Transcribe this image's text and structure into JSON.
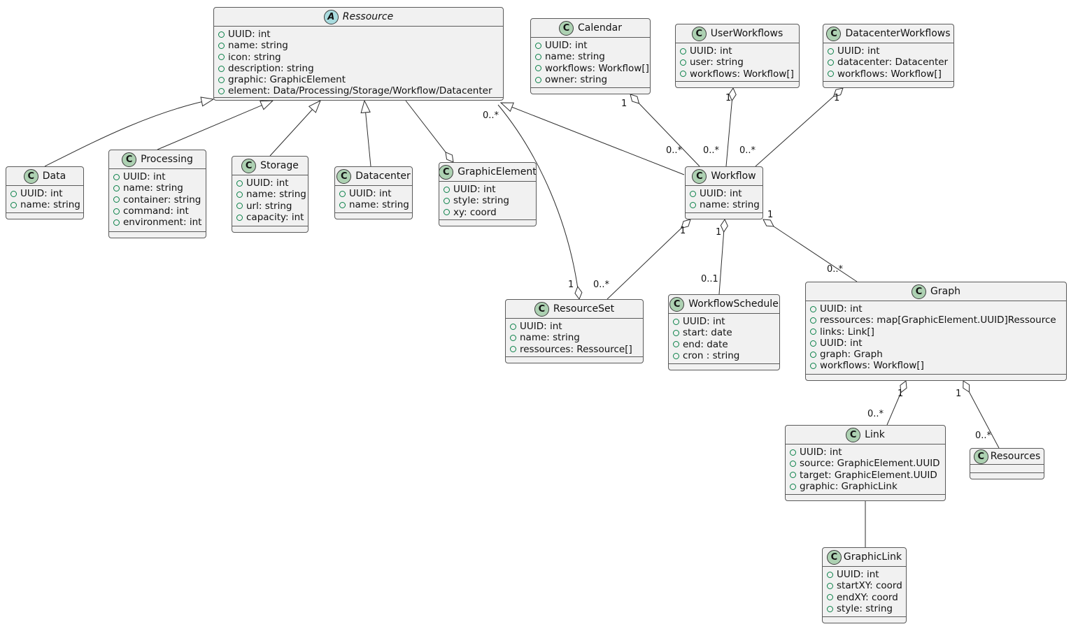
{
  "diagram": {
    "classes": [
      {
        "name": "Ressource",
        "kind": "abstract class",
        "icon_letter": "A",
        "attributes": [
          "UUID: int",
          "name: string",
          "icon: string",
          "description: string",
          "graphic: GraphicElement",
          "element: Data/Processing/Storage/Workflow/Datacenter"
        ]
      },
      {
        "name": "Calendar",
        "kind": "class",
        "icon_letter": "C",
        "attributes": [
          "UUID: int",
          "name: string",
          "workflows: Workflow[]",
          "owner: string"
        ]
      },
      {
        "name": "UserWorkflows",
        "kind": "class",
        "icon_letter": "C",
        "attributes": [
          "UUID: int",
          "user: string",
          "workflows: Workflow[]"
        ]
      },
      {
        "name": "DatacenterWorkflows",
        "kind": "class",
        "icon_letter": "C",
        "attributes": [
          "UUID: int",
          "datacenter: Datacenter",
          "workflows: Workflow[]"
        ]
      },
      {
        "name": "Data",
        "kind": "class",
        "icon_letter": "C",
        "attributes": [
          "UUID: int",
          "name: string"
        ]
      },
      {
        "name": "Processing",
        "kind": "class",
        "icon_letter": "C",
        "attributes": [
          "UUID: int",
          "name: string",
          "container: string",
          "command: int",
          "environment: int"
        ]
      },
      {
        "name": "Storage",
        "kind": "class",
        "icon_letter": "C",
        "attributes": [
          "UUID: int",
          "name: string",
          "url: string",
          "capacity: int"
        ]
      },
      {
        "name": "Datacenter",
        "kind": "class",
        "icon_letter": "C",
        "attributes": [
          "UUID: int",
          "name: string"
        ]
      },
      {
        "name": "GraphicElement",
        "kind": "class",
        "icon_letter": "C",
        "attributes": [
          "UUID: int",
          "style: string",
          "xy: coord"
        ]
      },
      {
        "name": "Workflow",
        "kind": "class",
        "icon_letter": "C",
        "attributes": [
          "UUID: int",
          "name: string"
        ]
      },
      {
        "name": "ResourceSet",
        "kind": "class",
        "icon_letter": "C",
        "attributes": [
          "UUID: int",
          "name: string",
          "ressources: Ressource[]"
        ]
      },
      {
        "name": "WorkflowSchedule",
        "kind": "class",
        "icon_letter": "C",
        "attributes": [
          "UUID: int",
          "start: date",
          "end: date",
          "cron : string"
        ]
      },
      {
        "name": "Graph",
        "kind": "class",
        "icon_letter": "C",
        "attributes": [
          "UUID: int",
          "ressources: map[GraphicElement.UUID]Ressource",
          "links: Link[]",
          "UUID: int",
          "graph: Graph",
          "workflows: Workflow[]"
        ]
      },
      {
        "name": "Link",
        "kind": "class",
        "icon_letter": "C",
        "attributes": [
          "UUID: int",
          "source: GraphicElement.UUID",
          "target: GraphicElement.UUID",
          "graphic: GraphicLink"
        ]
      },
      {
        "name": "Resources",
        "kind": "class",
        "icon_letter": "C",
        "attributes": []
      },
      {
        "name": "GraphicLink",
        "kind": "class",
        "icon_letter": "C",
        "attributes": [
          "UUID: int",
          "startXY: coord",
          "endXY: coord",
          "style: string"
        ]
      }
    ],
    "relationships": [
      {
        "from": "Data",
        "to": "Ressource",
        "type": "extends"
      },
      {
        "from": "Processing",
        "to": "Ressource",
        "type": "extends"
      },
      {
        "from": "Storage",
        "to": "Ressource",
        "type": "extends"
      },
      {
        "from": "Datacenter",
        "to": "Ressource",
        "type": "extends"
      },
      {
        "from": "Workflow",
        "to": "Ressource",
        "type": "extends"
      },
      {
        "from": "GraphicElement",
        "to": "Ressource",
        "type": "aggregation"
      },
      {
        "from": "Calendar",
        "to": "Workflow",
        "type": "aggregation",
        "from_card": "1",
        "to_card": "0..*"
      },
      {
        "from": "UserWorkflows",
        "to": "Workflow",
        "type": "aggregation",
        "from_card": "1",
        "to_card": "0..*"
      },
      {
        "from": "DatacenterWorkflows",
        "to": "Workflow",
        "type": "aggregation",
        "from_card": "1",
        "to_card": "0..*"
      },
      {
        "from": "ResourceSet",
        "to": "Ressource",
        "type": "aggregation",
        "from_card": "1",
        "to_card": "0..*"
      },
      {
        "from": "Workflow",
        "to": "ResourceSet",
        "type": "aggregation",
        "from_card": "1",
        "to_card": "0..*"
      },
      {
        "from": "Workflow",
        "to": "WorkflowSchedule",
        "type": "aggregation",
        "from_card": "1",
        "to_card": "0..1"
      },
      {
        "from": "Workflow",
        "to": "Graph",
        "type": "aggregation",
        "from_card": "1",
        "to_card": "0..*"
      },
      {
        "from": "Graph",
        "to": "Link",
        "type": "aggregation",
        "from_card": "1",
        "to_card": "0..*"
      },
      {
        "from": "Graph",
        "to": "Resources",
        "type": "aggregation",
        "from_card": "1",
        "to_card": "0..*"
      },
      {
        "from": "Link",
        "to": "GraphicLink",
        "type": "association"
      }
    ],
    "edge_labels": [
      {
        "text": "1"
      },
      {
        "text": "0..*"
      },
      {
        "text": "1"
      },
      {
        "text": "0..*"
      },
      {
        "text": "1"
      },
      {
        "text": "0..*"
      },
      {
        "text": "0..*"
      },
      {
        "text": "1"
      },
      {
        "text": "0..*"
      },
      {
        "text": "1"
      },
      {
        "text": "1"
      },
      {
        "text": "0..1"
      },
      {
        "text": "1"
      },
      {
        "text": "0..*"
      },
      {
        "text": "1"
      },
      {
        "text": "0..*"
      },
      {
        "text": "1"
      },
      {
        "text": "0..*"
      }
    ]
  },
  "colors": {
    "box_fill": "#F1F1F1",
    "box_border": "#5a5a5a",
    "class_icon_bg": "#ADD1B2",
    "abstract_icon_bg": "#A9DCDF",
    "field_bullet": "#0a8148",
    "edge_line": "#2e2e2e",
    "text": "#121212"
  }
}
